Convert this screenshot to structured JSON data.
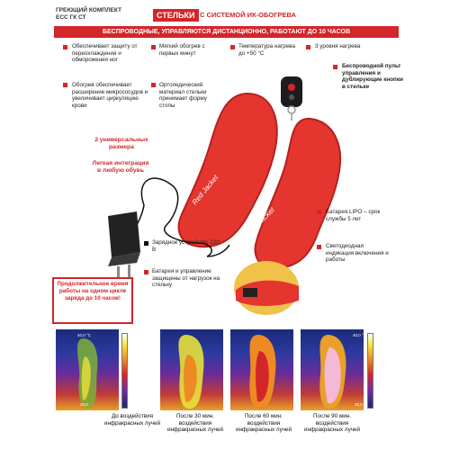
{
  "header": {
    "brand_line1": "ГРЕЮЩИЙ КОМПЛЕКТ",
    "brand_line2": "ECC ГК СТ",
    "title_main": "СТЕЛЬКИ",
    "title_rest": "С СИСТЕМОЙ ИК-ОБОГРЕВА",
    "banner": "БЕСПРОВОДНЫЕ, УПРАВЛЯЮТСЯ ДИСТАНЦИОННО, РАБОТАЮТ ДО 10 ЧАСОВ"
  },
  "features": {
    "protect": "Обеспечивает защиту от переохлаждения и обморожения ног",
    "soft_heat": "Мягкий обогрев с первых минут",
    "temperature": "Температура нагрева до +50 °С",
    "levels": "3 уровня нагрева",
    "wireless": "Беспроводной пульт управления и дублирующие кнопки в стельке",
    "blood": "Обогрев обеспечивает расширение микрососудов и увеличивает циркуляцию крови",
    "orthopedic": "Ортопедический материал стельки принимает форму стопы",
    "sizes": "2 универсальных размера",
    "integration": "Легкая интеграция в любую обувь",
    "charger": "Зарядное устройство 220 В",
    "battery": "Батарея LIPO – срок службы 5 лет",
    "led": "Светодиодная индикация включения и работы",
    "battery_protect": "Батарея и управление защищены от нагрузок на стельку",
    "long_work": "Продолжительное время работы на одном цикле заряда до 10 часов!"
  },
  "insole_logo": "Red Jacket",
  "thermal": {
    "scale_top": "40,0 °C",
    "scale_bottom": "25,0",
    "captions": [
      "До воздействия инфракрасных лучей",
      "После 30 мин. воздействия инфракрасных лучей",
      "После 60 мин. воздействия инфракрасных лучей",
      "После 90 мин. воздействия инфракрасных лучей"
    ]
  },
  "colors": {
    "accent": "#d2262b",
    "insole": "#e5352f"
  }
}
